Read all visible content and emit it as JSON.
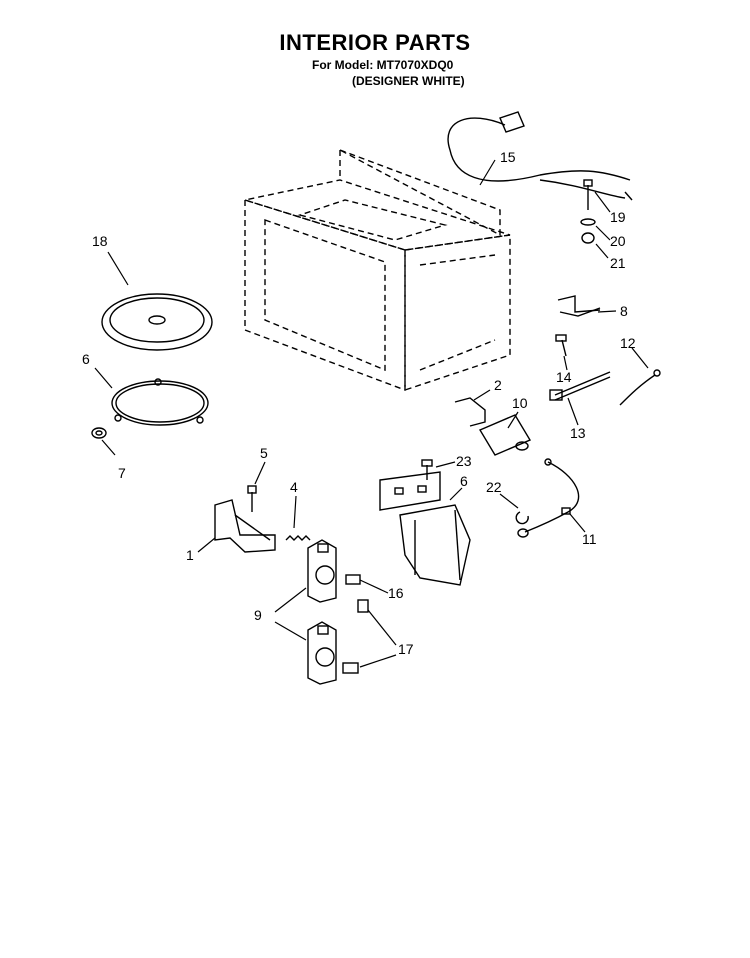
{
  "header": {
    "title": "INTERIOR PARTS",
    "model_line": "For Model: MT7070XDQ0",
    "color_line": "(DESIGNER WHITE)"
  },
  "callouts": [
    "1",
    "2",
    "4",
    "5",
    "6",
    "7",
    "8",
    "9",
    "10",
    "11",
    "12",
    "13",
    "14",
    "15",
    "16",
    "17",
    "18",
    "19",
    "20",
    "21",
    "22",
    "22",
    "23"
  ]
}
